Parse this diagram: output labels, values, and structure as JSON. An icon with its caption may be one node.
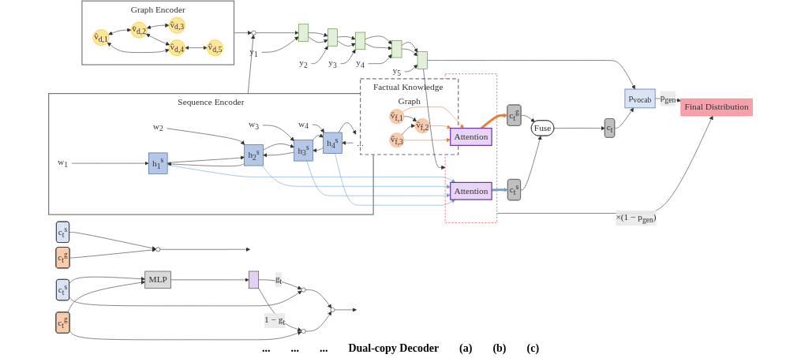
{
  "diagram": {
    "nodes": [
      {
        "text": [
          "Factual Knowledge Graph"
        ]
      },
      {
        "text": [
          "v̂$_{f,1}$"
        ],
        "in": 0
      },
      {
        "text": [
          "v̂$_{f,2}$"
        ],
        "in": 0
      },
      {
        "text": [
          "v̂$_{f,3}$"
        ],
        "in": 0
      },
      {
        "text": [
          "Final Distribution"
        ]
      },
      {
        "text": [],
        "shape": "box"
      },
      {
        "text": [
          "Attention"
        ],
        "in": 5
      },
      {
        "text": [
          "Attention"
        ],
        "in": 5
      },
      {
        "text": [
          "c$_{t}$$^{g}$"
        ]
      },
      {
        "text": [
          "c$_{t}$$^{s}$"
        ]
      },
      {
        "text": [
          "Fuse"
        ]
      },
      {
        "text": [
          "c$_{t}$"
        ]
      },
      {
        "text": [
          "p$_{vocab}$"
        ]
      },
      {
        "text": [
          "Sequence Encoder"
        ]
      },
      {
        "text": [
          "h$_{1}$$^{s}$"
        ],
        "in": 13
      },
      {
        "text": [
          "h$_{2}$$^{s}$"
        ],
        "in": 13
      },
      {
        "text": [
          "h$_{3}$$^{s}$"
        ],
        "in": 13
      },
      {
        "text": [
          "h$_{4}$$^{s}$"
        ],
        "in": 13
      },
      {
        "text": [
          "w$_{1}$"
        ],
        "in": 13
      },
      {
        "text": [
          "w$_{2}$"
        ],
        "in": 13
      },
      {
        "text": [
          "w$_{3}$"
        ],
        "in": 13
      },
      {
        "text": [
          "w$_{4}$"
        ],
        "in": 13
      },
      {
        "text": [
          "Graph Encoder"
        ]
      },
      {
        "text": [
          "v̂$_{d,1}$"
        ],
        "in": 22
      },
      {
        "text": [
          "v̂$_{d,2}$"
        ],
        "in": 22
      },
      {
        "text": [
          "v̂$_{d,3}$"
        ],
        "in": 22
      },
      {
        "text": [
          "v̂$_{d,4}$"
        ],
        "in": 22
      },
      {
        "text": [
          "v̂$_{d,5}$"
        ],
        "in": 22
      },
      {
        "text": [],
        "shape": "circle"
      },
      {
        "text": [],
        "shape": "box"
      },
      {
        "text": [],
        "shape": "box"
      },
      {
        "text": [],
        "shape": "box"
      },
      {
        "text": [],
        "shape": "box"
      },
      {
        "text": [],
        "shape": "box"
      },
      {
        "text": [
          "y$_{1}$"
        ]
      },
      {
        "text": [
          "y$_{2}$"
        ]
      },
      {
        "text": [
          "y$_{3}$"
        ]
      },
      {
        "text": [
          "y$_{4}$"
        ]
      },
      {
        "text": [
          "y$_{5}$"
        ]
      },
      {
        "text": [
          "c$_{t}$$^{s}$"
        ]
      },
      {
        "text": [
          "c$_{t}$$^{g}$"
        ]
      },
      {
        "text": [],
        "shape": "circle"
      },
      {
        "text": [],
        "shape": "circle"
      },
      {
        "text": [],
        "shape": "circle"
      },
      {
        "text": [],
        "shape": "box"
      },
      {
        "text": [],
        "shape": "circle"
      },
      {
        "text": [
          "MLP"
        ]
      },
      {
        "text": [
          "c$_{t}$$^{s}$"
        ]
      },
      {
        "text": [
          "c$_{t}$$^{g}$"
        ]
      },
      {
        "text": [
          "..."
        ],
        "in": 13
      }
    ],
    "edges": [
      {
        "from": 1,
        "to": 2,
        "arrow": "to"
      },
      {
        "from": 3,
        "to": 2,
        "arrow": "to"
      },
      {
        "from": 1,
        "to": 6,
        "arrow": "to",
        "color": "#ed7d31"
      },
      {
        "from": 2,
        "to": 6,
        "arrow": "to",
        "color": "#ed7d31"
      },
      {
        "from": 3,
        "to": 6,
        "arrow": "to",
        "color": "#ed7d31"
      },
      {
        "from": 14,
        "to": 7,
        "arrow": "to",
        "color": "#6fa0d0"
      },
      {
        "from": 15,
        "to": 7,
        "arrow": "to",
        "color": "#6fa0d0"
      },
      {
        "from": 16,
        "to": 7,
        "arrow": "to",
        "color": "#6fa0d0"
      },
      {
        "from": 17,
        "to": 7,
        "arrow": "to",
        "color": "#6fa0d0"
      },
      {
        "from": 18,
        "to": 14,
        "arrow": "to"
      },
      {
        "from": 19,
        "to": 15,
        "arrow": "to"
      },
      {
        "from": 20,
        "to": 16,
        "arrow": "to"
      },
      {
        "from": 21,
        "to": 17,
        "arrow": "to"
      },
      {
        "from": 14,
        "to": 15,
        "arrow": "to"
      },
      {
        "from": 15,
        "to": 14,
        "arrow": "to"
      },
      {
        "from": 15,
        "to": 16,
        "arrow": "to"
      },
      {
        "from": 16,
        "to": 15,
        "arrow": "to"
      },
      {
        "from": 16,
        "to": 17,
        "arrow": "to"
      },
      {
        "from": 17,
        "to": 16,
        "arrow": "to"
      },
      {
        "from": 17,
        "to": 49,
        "arrow": "to"
      },
      {
        "from": 49,
        "to": 17,
        "arrow": "to"
      },
      {
        "from": 23,
        "to": 24,
        "arrow": "both"
      },
      {
        "from": 24,
        "to": 25,
        "arrow": "both"
      },
      {
        "from": 24,
        "to": 26,
        "arrow": "both"
      },
      {
        "from": 23,
        "to": 26,
        "arrow": "both"
      },
      {
        "from": 26,
        "to": 27,
        "arrow": "both"
      },
      {
        "from": 13,
        "to": 28,
        "arrow": "to"
      },
      {
        "from": 22,
        "to": 28,
        "arrow": "to"
      },
      {
        "from": 28,
        "to": 29,
        "arrow": "to"
      },
      {
        "from": 29,
        "to": 30,
        "arrow": "to"
      },
      {
        "from": 29,
        "to": 30,
        "arrow": "to"
      },
      {
        "from": 30,
        "to": 31,
        "arrow": "to"
      },
      {
        "from": 30,
        "to": 31,
        "arrow": "to"
      },
      {
        "from": 31,
        "to": 32,
        "arrow": "to"
      },
      {
        "from": 31,
        "to": 32,
        "arrow": "to"
      },
      {
        "from": 32,
        "to": 33,
        "arrow": "to"
      },
      {
        "from": 32,
        "to": 33,
        "arrow": "to"
      },
      {
        "from": 34,
        "to": 29,
        "arrow": "to"
      },
      {
        "from": 35,
        "to": 30,
        "arrow": "to"
      },
      {
        "from": 36,
        "to": 31,
        "arrow": "to"
      },
      {
        "from": 37,
        "to": 32,
        "arrow": "to"
      },
      {
        "from": 38,
        "to": 33,
        "arrow": "to"
      },
      {
        "from": 33,
        "to": 5,
        "arrow": "to"
      },
      {
        "from": 33,
        "to": 12,
        "arrow": "to"
      },
      {
        "from": 6,
        "to": 8,
        "arrow": "to",
        "style": "thick",
        "color": "#ed7d31"
      },
      {
        "from": 7,
        "to": 9,
        "arrow": "to",
        "style": "thick",
        "color": "#6fa0d0"
      },
      {
        "from": 8,
        "to": 10,
        "arrow": "to"
      },
      {
        "from": 9,
        "to": 10,
        "arrow": "to"
      },
      {
        "from": 10,
        "to": 11,
        "arrow": "to"
      },
      {
        "from": 11,
        "to": 12,
        "arrow": "to"
      },
      {
        "from": 12,
        "to": 4,
        "arrow": "to",
        "label": "p$_{gen}$"
      },
      {
        "from": 5,
        "to": 4,
        "arrow": "to",
        "label": "×(1 − p$_{gen}$)"
      },
      {
        "from": 39,
        "to": 41,
        "arrow": "to"
      },
      {
        "from": 40,
        "to": 41,
        "arrow": "to"
      },
      {
        "from": 41,
        "to": null,
        "arrow": "to"
      },
      {
        "from": 47,
        "to": 46,
        "arrow": "to"
      },
      {
        "from": 48,
        "to": 46,
        "arrow": "to"
      },
      {
        "from": 46,
        "to": 44,
        "arrow": "to"
      },
      {
        "from": 44,
        "to": 43,
        "arrow": "to",
        "label": "g$_{t}$"
      },
      {
        "from": 44,
        "to": 45,
        "arrow": "to",
        "label": "1 − g$_{t}$"
      },
      {
        "from": 47,
        "to": 43,
        "arrow": "to"
      },
      {
        "from": 48,
        "to": 45,
        "arrow": "to"
      },
      {
        "from": 43,
        "to": 42,
        "arrow": "to"
      },
      {
        "from": 45,
        "to": 42,
        "arrow": "to"
      },
      {
        "from": 42,
        "to": null,
        "arrow": "to"
      }
    ],
    "labels": [
      "...",
      "...",
      "...",
      "Dual-copy Decoder",
      "(a)",
      "(b)",
      "(c)"
    ]
  }
}
